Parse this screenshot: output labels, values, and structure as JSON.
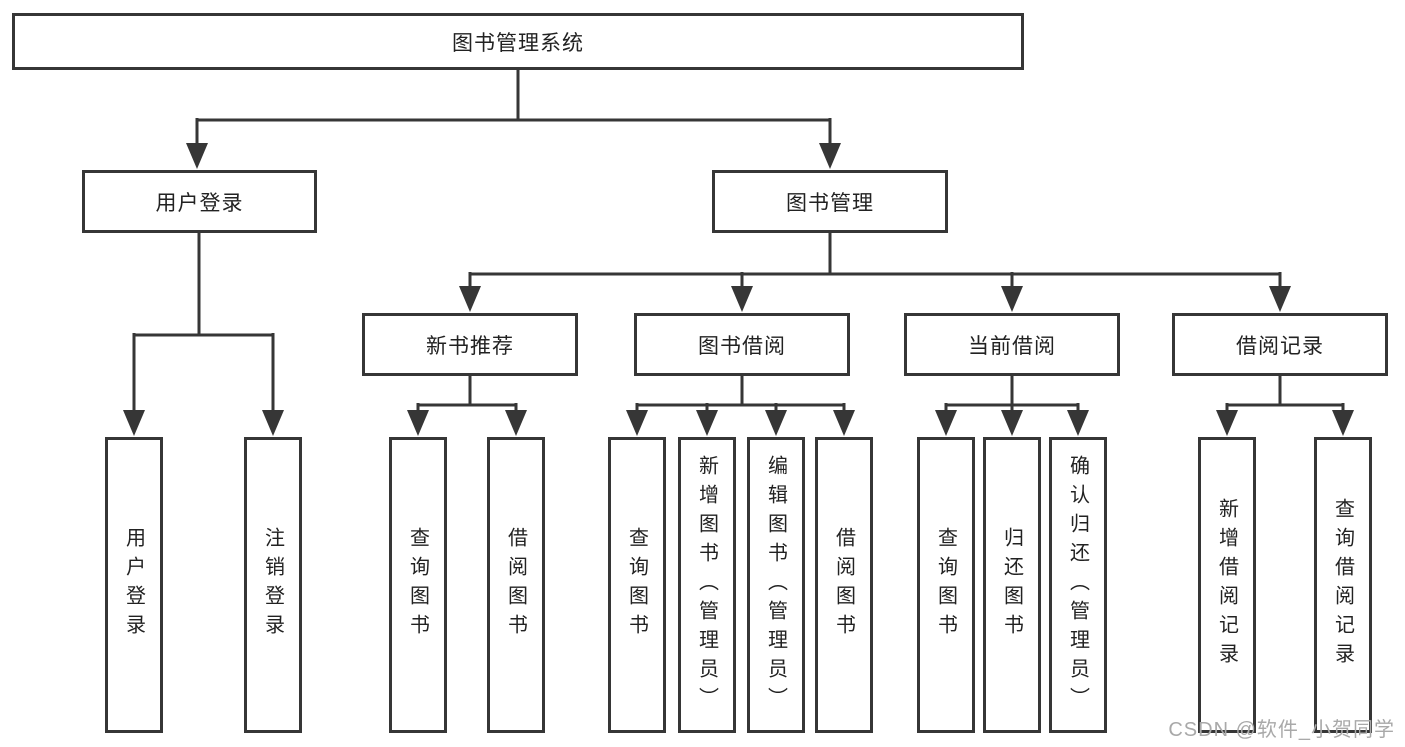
{
  "diagram": {
    "root": "图书管理系统",
    "line_color": "#363636",
    "box_background": "#ffffff",
    "branches": {
      "user_login": {
        "label": "用户登录",
        "children": [
          "用户登录",
          "注销登录"
        ]
      },
      "book_mgmt": {
        "label": "图书管理",
        "sections": {
          "new_books": {
            "label": "新书推荐",
            "children": [
              "查询图书",
              "借阅图书"
            ]
          },
          "borrow": {
            "label": "图书借阅",
            "children": [
              "查询图书",
              "新增图书（管理员）",
              "编辑图书（管理员）",
              "借阅图书"
            ]
          },
          "current": {
            "label": "当前借阅",
            "children": [
              "查询图书",
              "归还图书",
              "确认归还（管理员）"
            ]
          },
          "records": {
            "label": "借阅记录",
            "children": [
              "新增借阅记录",
              "查询借阅记录"
            ]
          }
        }
      }
    }
  },
  "watermark": {
    "text": "CSDN @软件_小贺同学",
    "color": "#a9a9a9"
  }
}
